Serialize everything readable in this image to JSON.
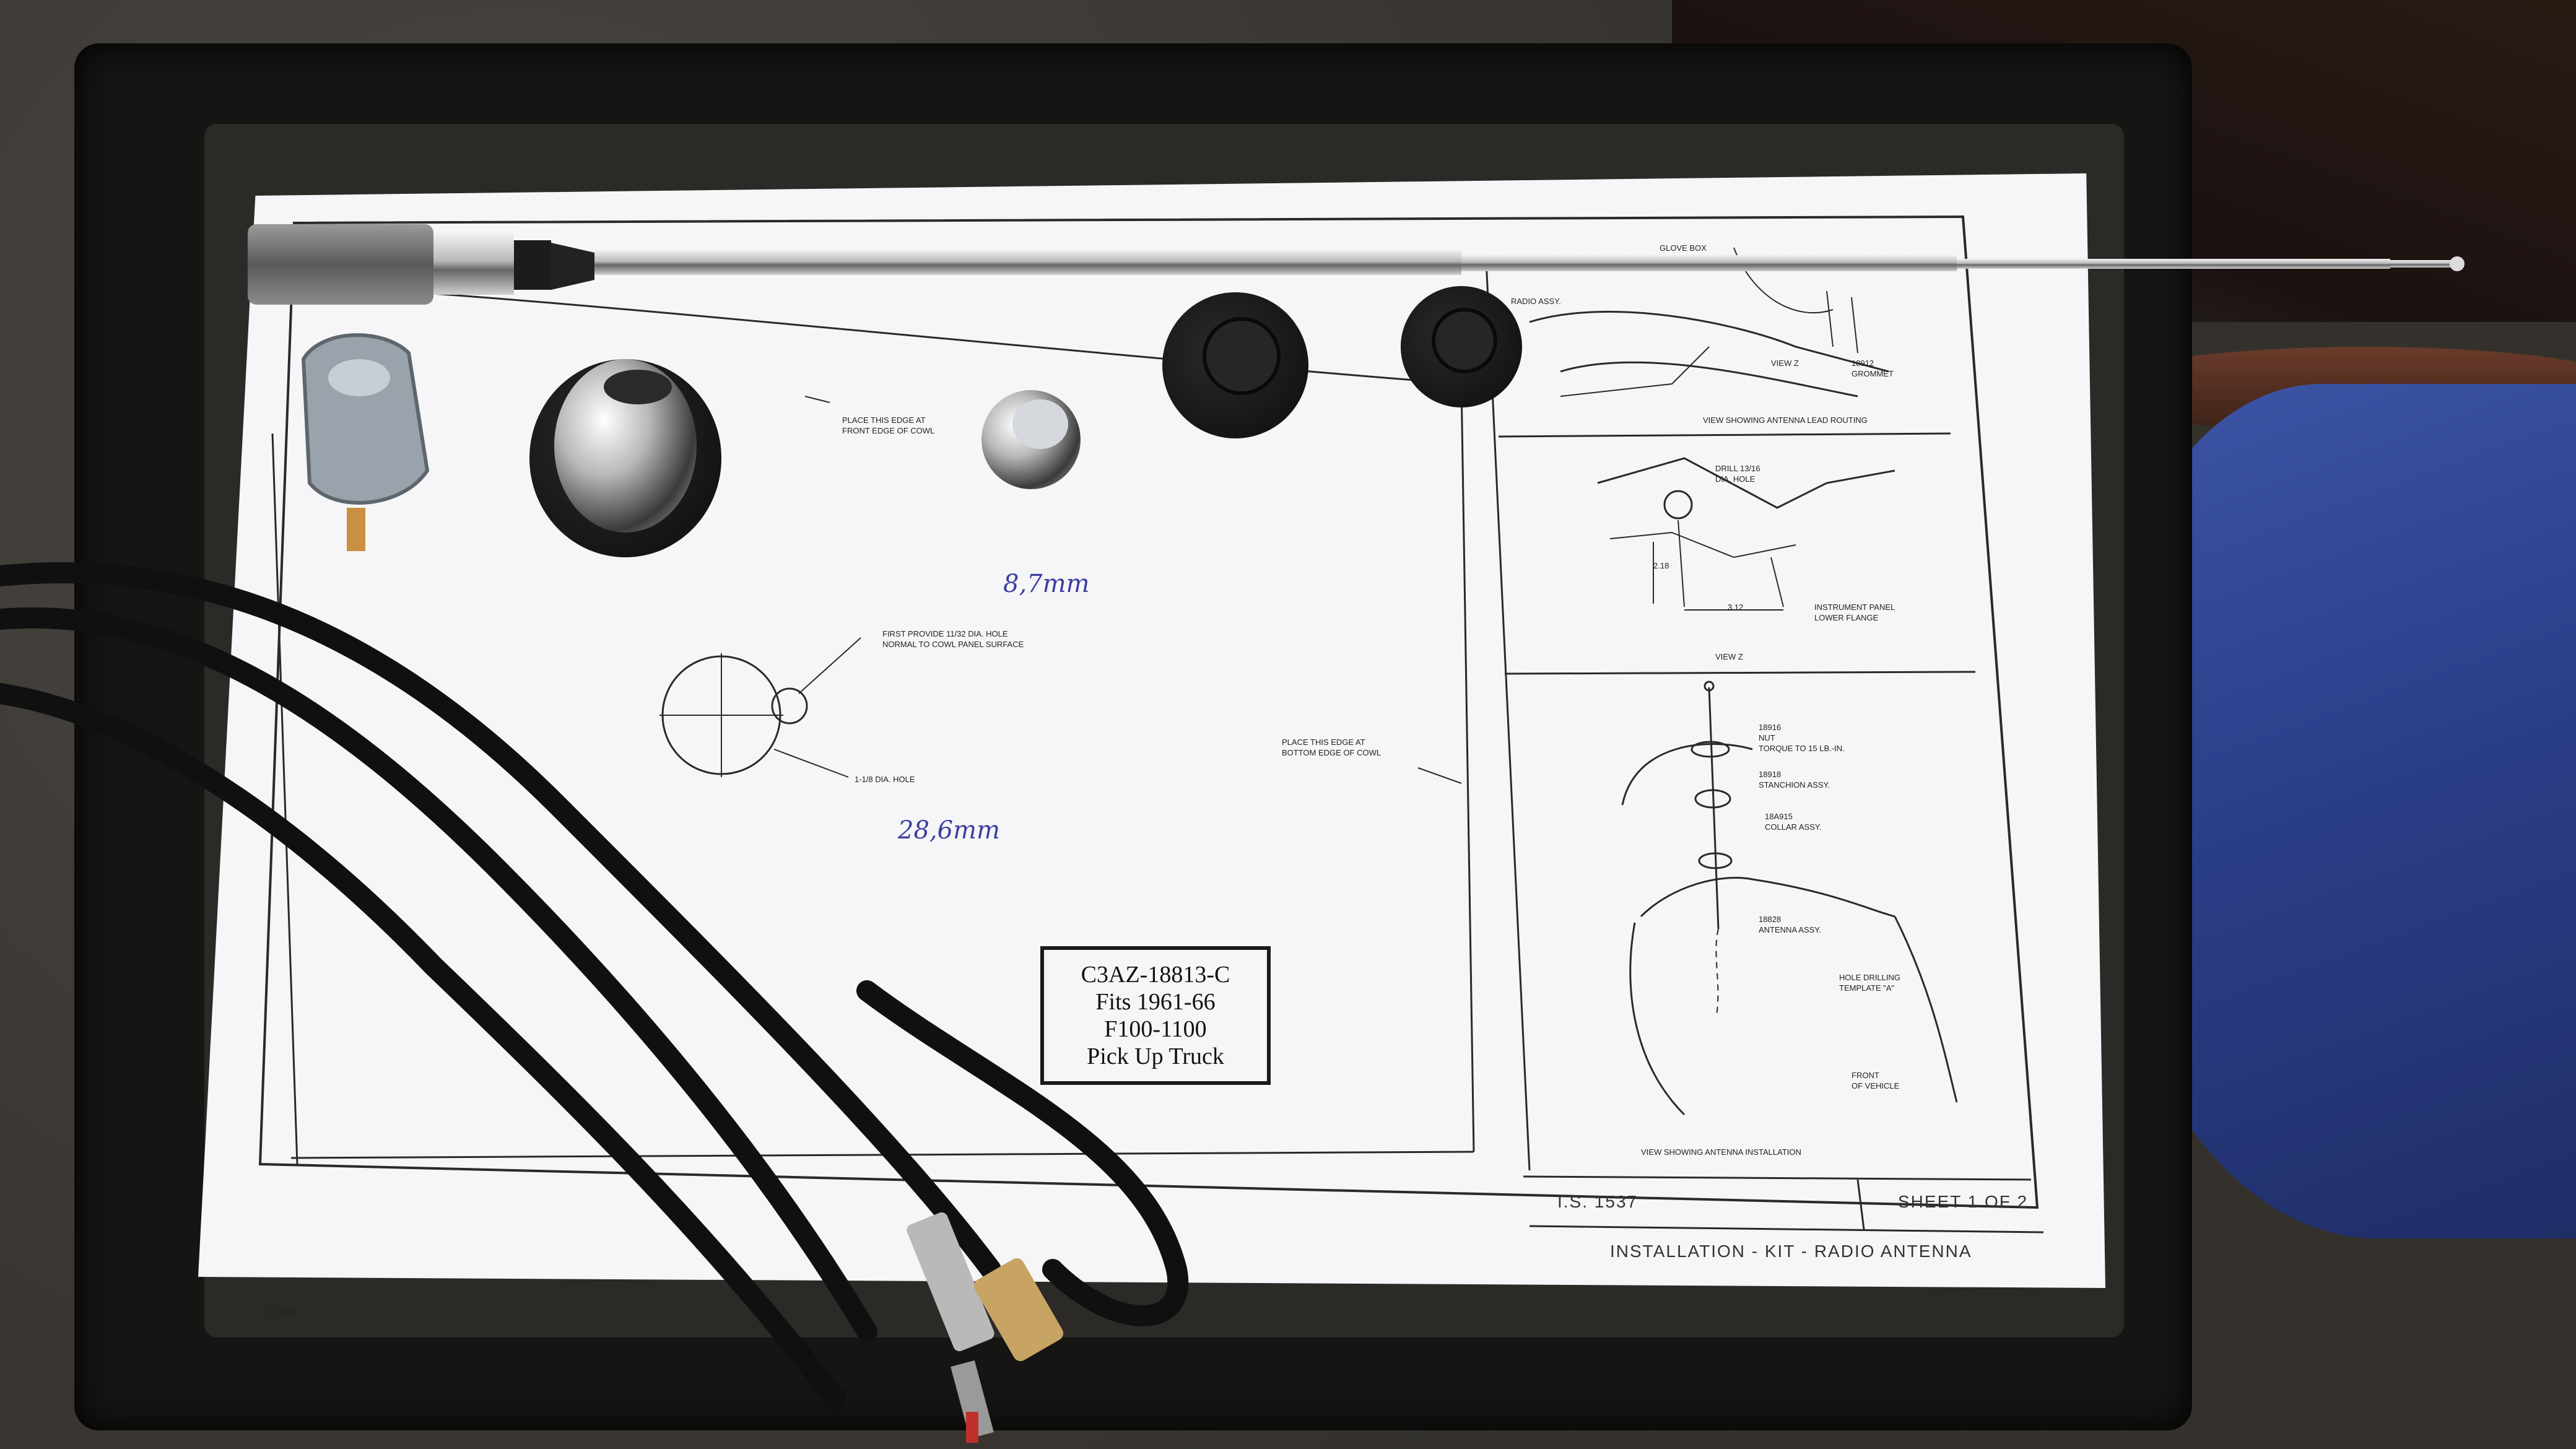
{
  "part_label": {
    "line1": "C3AZ-18813-C",
    "line2": "Fits 1961-66",
    "line3": "F100-1100",
    "line4": "Pick Up Truck"
  },
  "handwritten": {
    "small_hole": "8,7mm",
    "large_hole": "28,6mm"
  },
  "drawing_notes": {
    "front_edge": [
      "PLACE THIS EDGE AT",
      "FRONT EDGE OF COWL"
    ],
    "first_provide": [
      "FIRST PROVIDE 11/32 DIA. HOLE",
      "NORMAL TO COWL PANEL SURFACE"
    ],
    "big_hole": "1-1/8 DIA. HOLE",
    "bottom_edge": [
      "PLACE THIS EDGE AT",
      "BOTTOM EDGE OF COWL"
    ]
  },
  "detail_views": {
    "top": {
      "glove_box": "GLOVE BOX",
      "radio_assy": "RADIO ASSY.",
      "view": "VIEW Z",
      "grommet": [
        "18912",
        "GROMMET"
      ],
      "caption": "VIEW SHOWING ANTENNA LEAD ROUTING"
    },
    "middle": {
      "drill": [
        "DRILL 13/16",
        "DIA. HOLE"
      ],
      "dim1": "2.18",
      "dim2": "3.12",
      "flange": [
        "INSTRUMENT PANEL",
        "LOWER FLANGE"
      ],
      "view": "VIEW Z"
    },
    "bottom": {
      "nut": [
        "18916",
        "NUT",
        "TORQUE TO 15 LB.-IN."
      ],
      "stanchion": [
        "18918",
        "STANCHION ASSY."
      ],
      "collar": [
        "18A915",
        "COLLAR ASSY."
      ],
      "antenna": [
        "18828",
        "ANTENNA ASSY."
      ],
      "template": [
        "HOLE DRILLING",
        "TEMPLATE \"A\""
      ],
      "front": [
        "FRONT",
        "OF VEHICLE"
      ],
      "caption": "VIEW SHOWING ANTENNA INSTALLATION"
    }
  },
  "title_block": {
    "is_number": "I.S. 1537",
    "sheet": "SHEET 1 OF 2",
    "title": "INSTALLATION - KIT - RADIO ANTENNA"
  },
  "corner_number": "27-2668",
  "colors": {
    "paper": "#f6f6f8",
    "ink": "#222222",
    "handwriting": "#3b3fa0",
    "barrel": "#2b3f8a"
  }
}
